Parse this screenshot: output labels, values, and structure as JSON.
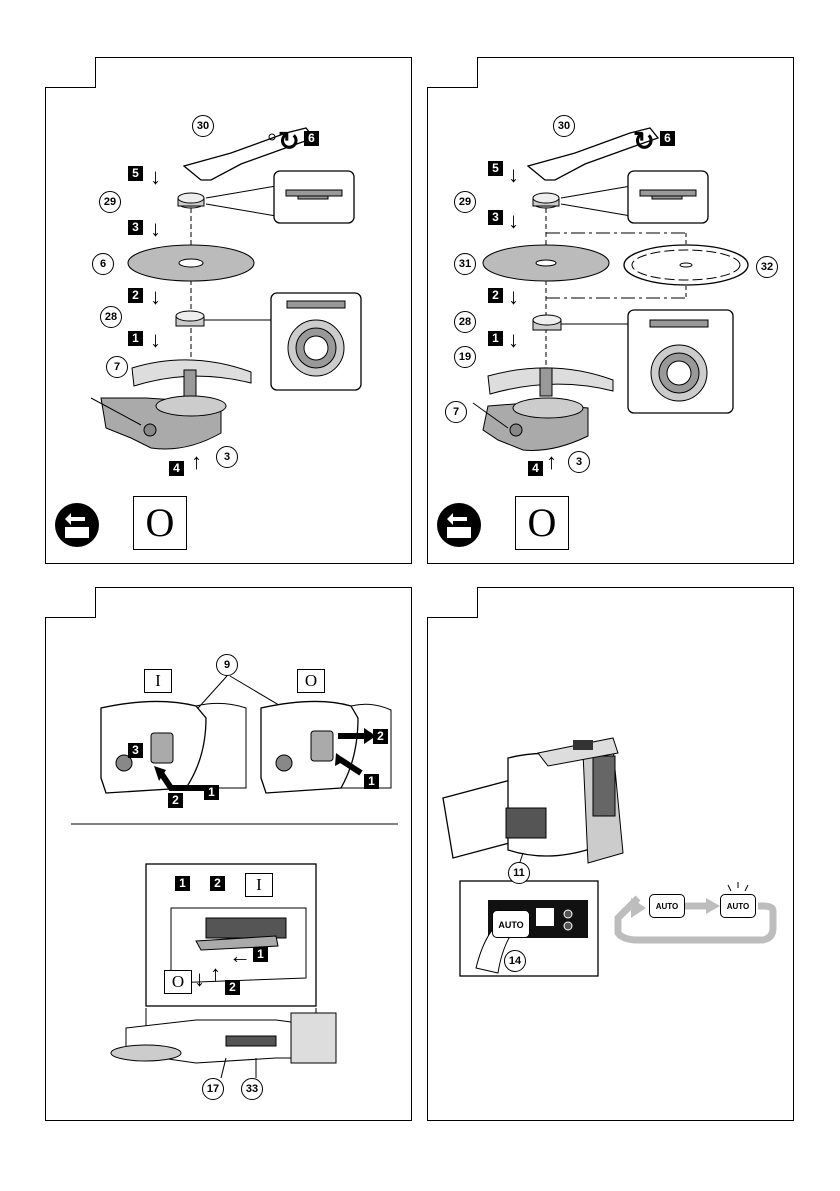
{
  "panels": [
    {
      "labels": {
        "c30": "30",
        "c29": "29",
        "c6": "6",
        "c28": "28",
        "c7": "7",
        "c3": "3"
      },
      "steps": {
        "s6": "6",
        "s5": "5",
        "s3": "3",
        "s2": "2",
        "s1": "1",
        "s4": "4"
      },
      "symbol": "O"
    },
    {
      "labels": {
        "c30": "30",
        "c29": "29",
        "c31": "31",
        "c32": "32",
        "c28": "28",
        "c19": "19",
        "c7": "7",
        "c3": "3"
      },
      "steps": {
        "s6": "6",
        "s5": "5",
        "s3": "3",
        "s2": "2",
        "s1": "1",
        "s4": "4"
      },
      "symbol": "O"
    },
    {
      "labels": {
        "c9": "9",
        "c17": "17",
        "c33": "33"
      },
      "steps": {
        "s3": "3",
        "s2a": "2",
        "s1a": "1",
        "s2b": "2",
        "s1b": "1",
        "s1c": "1",
        "s2c": "2",
        "s1d": "1",
        "s2d": "2"
      },
      "symbols": {
        "on": "I",
        "off": "O",
        "on2": "I",
        "off2": "O"
      }
    },
    {
      "labels": {
        "c11": "11",
        "c14": "14"
      },
      "auto": {
        "btn": "AUTO",
        "seq_from": "AUTO",
        "seq_to": "AUTO"
      }
    }
  ],
  "colors": {
    "line": "#000000",
    "gray": "#9a9a9a",
    "light": "#d9d9d9",
    "dark": "#333333"
  }
}
